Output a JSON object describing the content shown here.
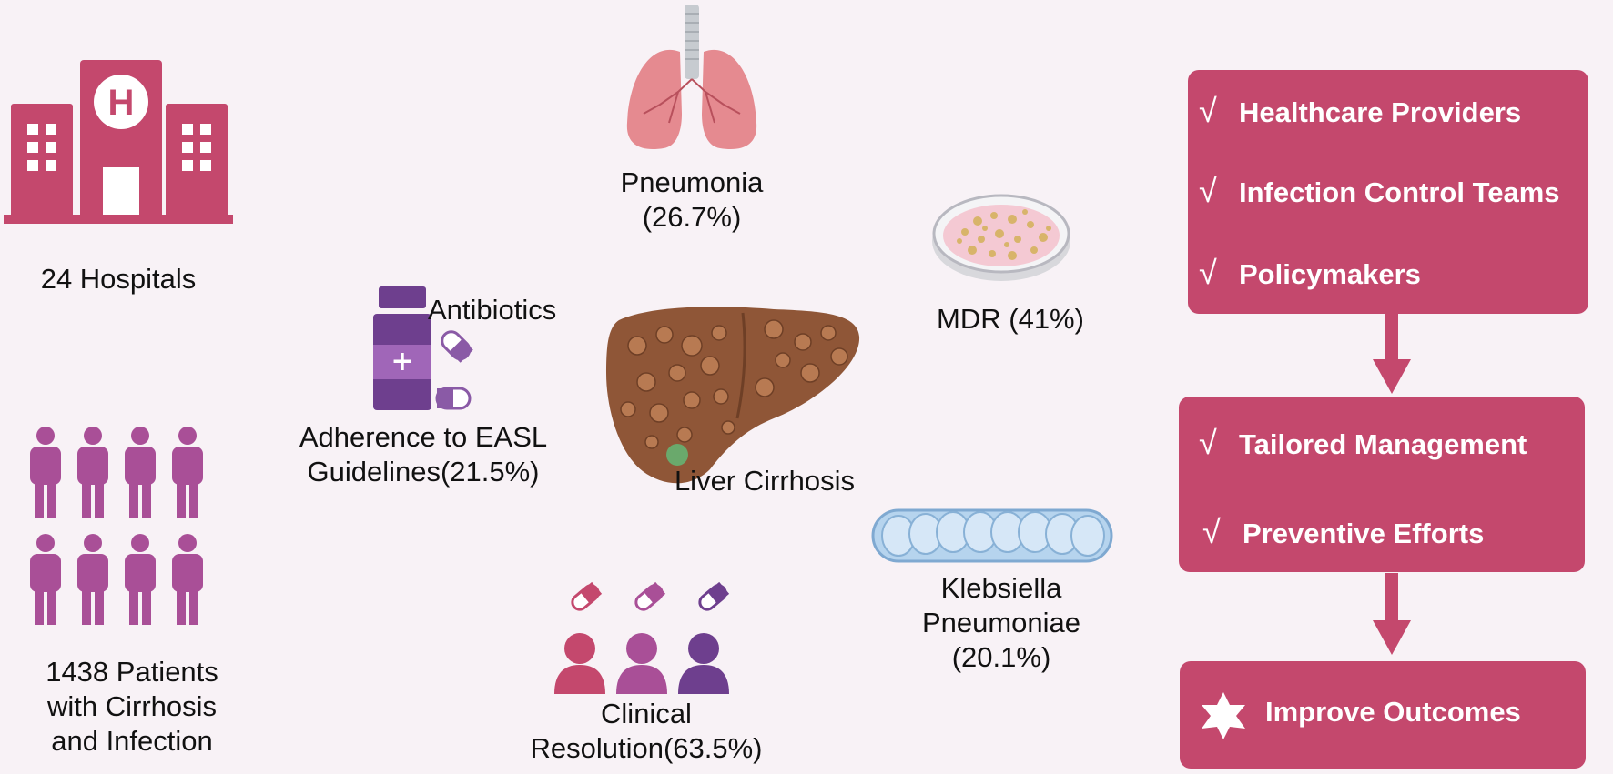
{
  "hospitals": {
    "label": "24 Hospitals",
    "icon": "hospital-icon",
    "color": "#c4486d"
  },
  "patients": {
    "line1": "1438 Patients",
    "line2": "with Cirrhosis",
    "line3": "and Infection",
    "icon": "people-icon",
    "color": "#a94f97"
  },
  "antibiotics": {
    "label": "Antibiotics",
    "adherence_line1": "Adherence to  EASL",
    "adherence_line2": "Guidelines(21.5%)",
    "icon": "medicine-bottle-icon",
    "color": "#6e3f8e"
  },
  "pneumonia": {
    "line1": "Pneumonia",
    "line2": "(26.7%)",
    "icon": "lungs-icon"
  },
  "liver": {
    "label": "Liver Cirrhosis",
    "icon": "cirrhotic-liver-icon"
  },
  "clinical": {
    "line1": "Clinical",
    "line2": "Resolution(63.5%)",
    "icon": "patients-with-capsules-icon"
  },
  "mdr": {
    "label": "MDR (41%)",
    "icon": "petri-dish-icon"
  },
  "klebsiella": {
    "line1": "Klebsiella",
    "line2": "Pneumoniae",
    "line3": "(20.1%)",
    "icon": "bacterium-icon"
  },
  "stakeholders": {
    "check": "√",
    "items": [
      "Healthcare Providers",
      "Infection Control Teams",
      "Policymakers"
    ]
  },
  "actions": {
    "items": [
      "Tailored Management",
      "Preventive Efforts"
    ]
  },
  "outcome": {
    "label": "Improve Outcomes",
    "icon": "star-icon"
  },
  "colors": {
    "box": "#c4486d",
    "background": "#f8f2f6"
  }
}
